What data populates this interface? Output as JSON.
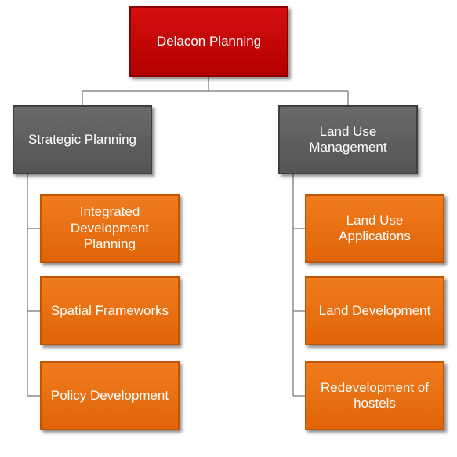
{
  "colors": {
    "root_fill": "#c00000",
    "manager_fill": "#5f5f5f",
    "leaf_fill": "#e8700f",
    "connector": "#8c8c8c",
    "text": "#ffffff"
  },
  "root": {
    "label": "Delacon Planning"
  },
  "branches": [
    {
      "label": "Strategic Planning",
      "children": [
        {
          "label": "Integrated Development Planning"
        },
        {
          "label": "Spatial Frameworks"
        },
        {
          "label": "Policy Development"
        }
      ]
    },
    {
      "label": "Land Use Management",
      "children": [
        {
          "label": "Land Use Applications"
        },
        {
          "label": "Land Development"
        },
        {
          "label": "Redevelopment of hostels"
        }
      ]
    }
  ]
}
